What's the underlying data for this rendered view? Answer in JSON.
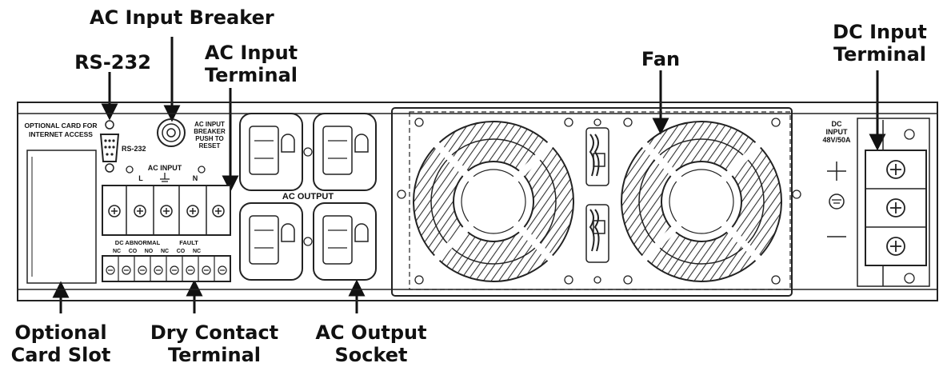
{
  "callouts": {
    "ac_input_breaker": "AC Input Breaker",
    "rs232": "RS-232",
    "ac_input_terminal": [
      "AC Input",
      "Terminal"
    ],
    "fan": "Fan",
    "dc_input_terminal": [
      "DC Input",
      "Terminal"
    ],
    "optional_card_slot": [
      "Optional",
      "Card Slot"
    ],
    "dry_contact_terminal": [
      "Dry Contact",
      "Terminal"
    ],
    "ac_output_socket": [
      "AC Output",
      "Socket"
    ]
  },
  "panel_text": {
    "optional_card": [
      "OPTIONAL CARD FOR",
      "INTERNET ACCESS"
    ],
    "rs232": "RS-232",
    "breaker": [
      "AC INPUT",
      "BREAKER",
      "PUSH TO",
      "RESET"
    ],
    "ac_input": "AC INPUT",
    "line": "L",
    "neutral": "N",
    "ac_output": "AC OUTPUT",
    "dc_abnormal": "DC ABNORMAL",
    "fault": "FAULT",
    "contacts": [
      "NC",
      "CO",
      "NO",
      "NC",
      "CO",
      "NC"
    ],
    "dc_input": [
      "DC",
      "INPUT",
      "48V/50A"
    ]
  }
}
